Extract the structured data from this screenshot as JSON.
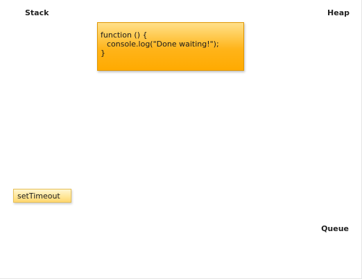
{
  "regions": {
    "stack": "Stack",
    "heap": "Heap",
    "queue": "Queue"
  },
  "heap_function": {
    "lines": [
      "function () {",
      "console.log(\"Done waiting!\");",
      "}"
    ]
  },
  "stack_frame": {
    "label": "setTimeout"
  },
  "colors": {
    "function_fill": "#ffaa00",
    "frame_fill": "#ffe79a"
  }
}
